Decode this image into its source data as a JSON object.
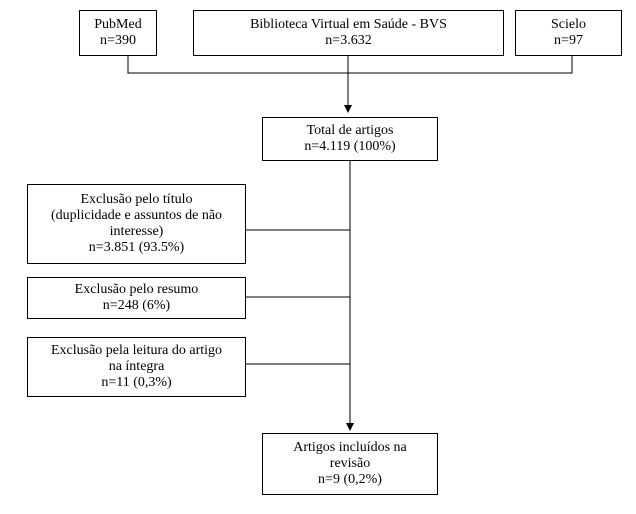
{
  "sources": [
    {
      "name": "PubMed",
      "count": "n=390"
    },
    {
      "name": "Biblioteca Virtual em Saúde - BVS",
      "count": "n=3.632"
    },
    {
      "name": "Scielo",
      "count": "n=97"
    }
  ],
  "total": {
    "title": "Total de artigos",
    "count": "n=4.119 (100%)"
  },
  "exclusions": [
    {
      "line1": "Exclusão pelo título",
      "line2": "(duplicidade e assuntos de não",
      "line3": "interesse)",
      "count": "n=3.851 (93.5%)"
    },
    {
      "line1": "Exclusão pelo resumo",
      "count": "n=248 (6%)"
    },
    {
      "line1": "Exclusão pela leitura do artigo",
      "line2": "na íntegra",
      "count": "n=11 (0,3%)"
    }
  ],
  "included": {
    "line1": "Artigos incluídos na",
    "line2": "revisão",
    "count": "n=9 (0,2%)"
  }
}
